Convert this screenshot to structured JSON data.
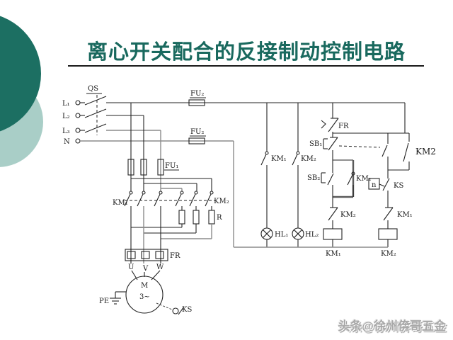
{
  "slide": {
    "title": "离心开关配合的反接制动控制电路",
    "watermark": "头条@徐州倴哥五金"
  },
  "colors": {
    "title_text": "#19695e",
    "decor_circle_dark": "#1c6f62",
    "decor_circle_light": "#a9cec7",
    "wire_black": "#222222",
    "wire_gray": "#8c8c8c",
    "watermark_gray": "#a8a8a8",
    "background": "#ffffff"
  },
  "diagram": {
    "type": "electrical-control-schematic",
    "labels": {
      "qs": "QS",
      "l1": "L₁",
      "l2": "L₂",
      "l3": "L₃",
      "n_line": "N",
      "fu1": "FU₁",
      "fu2": "FU₂",
      "km1": "KM₁",
      "km2": "KM₂",
      "km2_main": "KM2",
      "r": "R",
      "fr": "FR",
      "u": "U",
      "v": "V",
      "w": "W",
      "m": "M",
      "three_phase": "3~",
      "pe": "PE",
      "ks": "KS",
      "sb1": "SB₁",
      "sb2": "SB₂",
      "hl1": "HL₁",
      "hl2": "HL₂",
      "n_speed": "n"
    }
  }
}
